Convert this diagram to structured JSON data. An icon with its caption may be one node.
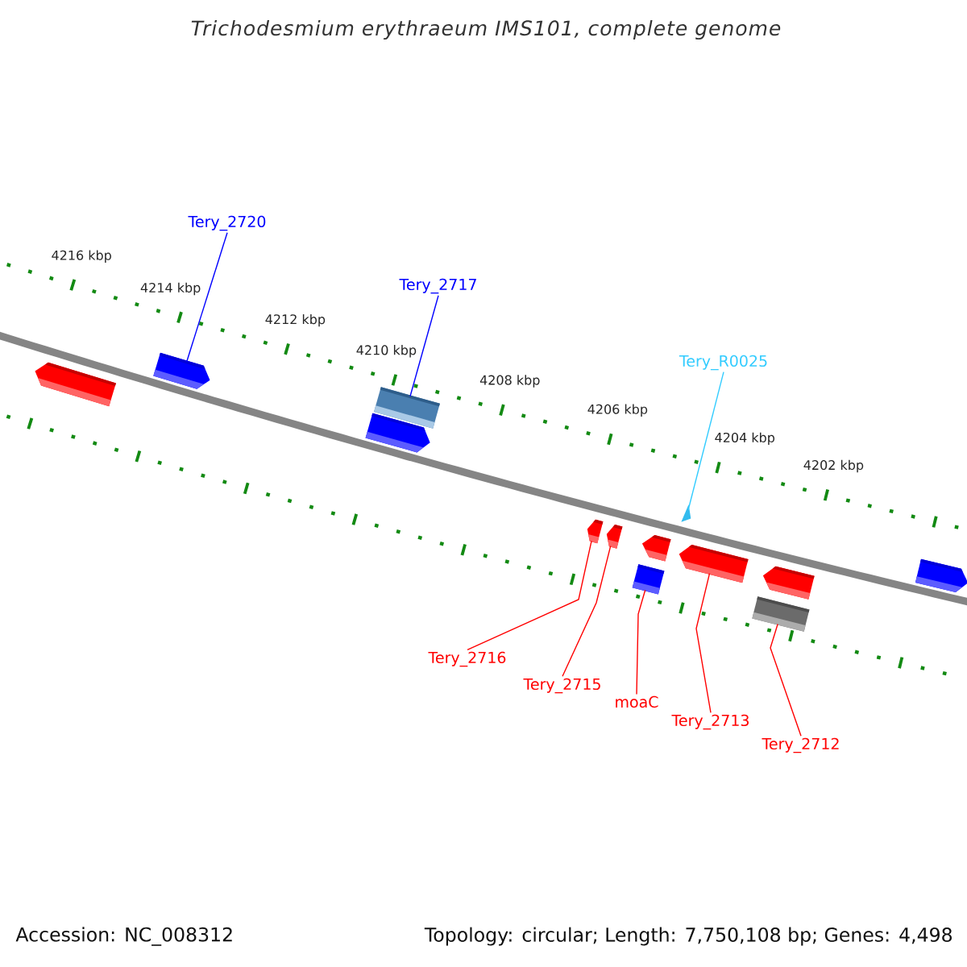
{
  "diagram": {
    "title": "Trichodesmium erythraeum IMS101, complete genome",
    "nodes": [
      {
        "text": [
          "Tery_2720"
        ]
      },
      {
        "text": [
          "Tery_2717"
        ]
      },
      {
        "text": [
          "Tery_R0025"
        ]
      },
      {
        "text": [
          "Tery_2716"
        ]
      },
      {
        "text": [
          "Tery_2715"
        ]
      },
      {
        "text": [
          "moaC"
        ]
      },
      {
        "text": [
          "Tery_2713"
        ]
      },
      {
        "text": [
          "Tery_2712"
        ]
      },
      {
        "text": [],
        "shape": "pentagon"
      },
      {
        "text": [],
        "shape": "pentagon"
      },
      {
        "text": [],
        "shape": "pentagon"
      },
      {
        "text": [],
        "shape": "box"
      },
      {
        "text": [],
        "shape": "pentagon"
      },
      {
        "text": [],
        "shape": "pentagon"
      },
      {
        "text": [],
        "shape": "box"
      },
      {
        "text": [],
        "shape": "pentagon"
      },
      {
        "text": [],
        "shape": "triangle"
      },
      {
        "text": [],
        "shape": "pentagon"
      },
      {
        "text": [],
        "shape": "box"
      },
      {
        "text": [],
        "shape": "pentagon"
      },
      {
        "text": [],
        "shape": "pentagon"
      }
    ],
    "edges": [
      {
        "from": 0,
        "to": 9,
        "arrow": "none",
        "color": "#0000ff"
      },
      {
        "from": 1,
        "to": 11,
        "arrow": "none",
        "color": "#0000ff"
      },
      {
        "from": 2,
        "to": 16,
        "arrow": "none",
        "color": "#33ccff"
      },
      {
        "from": 3,
        "to": 12,
        "arrow": "none"
      },
      {
        "from": 4,
        "to": 13,
        "arrow": "none"
      },
      {
        "from": 5,
        "to": 14,
        "arrow": "none"
      },
      {
        "from": 6,
        "to": 17,
        "arrow": "none"
      },
      {
        "from": 7,
        "to": 18,
        "arrow": "none"
      }
    ],
    "labels": [
      "4216 kbp",
      "4214 kbp",
      "4212 kbp",
      "4210 kbp",
      "4208 kbp",
      "4206 kbp",
      "4204 kbp",
      "4202 kbp",
      "Accession: NC_008312",
      "Topology: circular; Length: 7,750,108 bp; Genes: 4,498"
    ]
  }
}
